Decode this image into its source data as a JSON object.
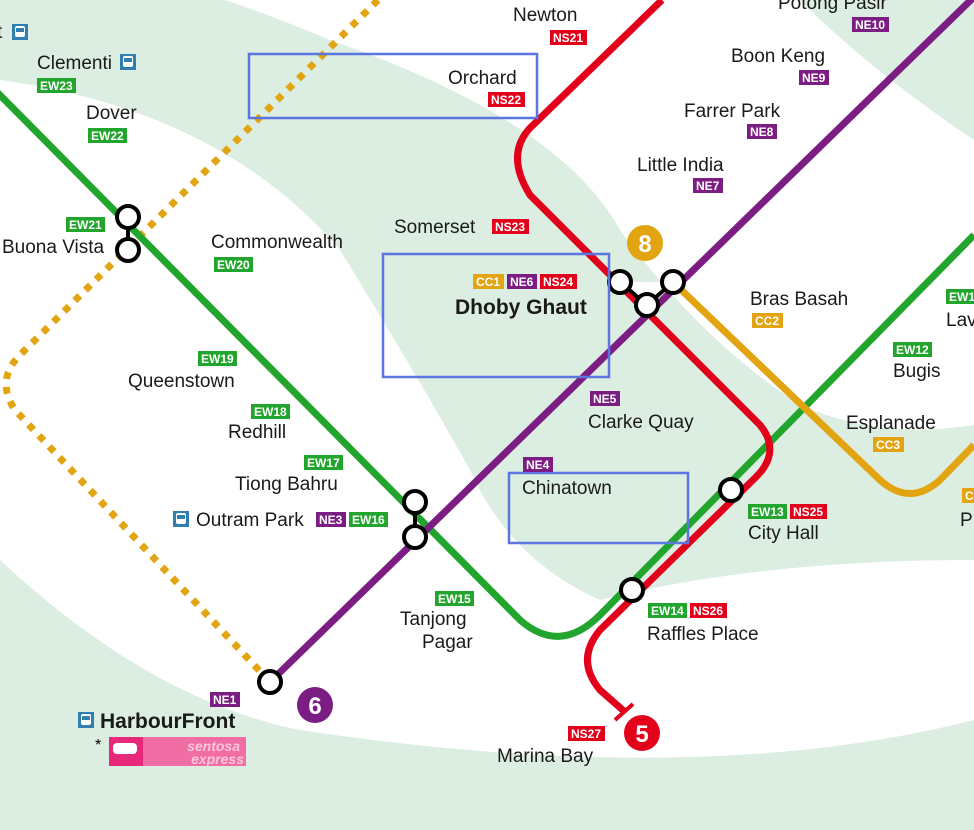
{
  "lines": {
    "EW": {
      "color": "#22a52c"
    },
    "NS": {
      "color": "#e3001b"
    },
    "NE": {
      "color": "#7c1d83"
    },
    "CC": {
      "color": "#e2a411"
    }
  },
  "background": {
    "region_color": "#dcede1",
    "highlight_box_color": "#5a76e0"
  },
  "route_numbers": [
    {
      "label": "8",
      "line": "CC"
    },
    {
      "label": "6",
      "line": "NE"
    },
    {
      "label": "5",
      "line": "NS"
    }
  ],
  "stations": [
    {
      "name": "t",
      "codes": [],
      "bus": true
    },
    {
      "name": "Clementi",
      "codes": [
        {
          "code": "EW23",
          "line": "EW"
        }
      ],
      "bus": true
    },
    {
      "name": "Dover",
      "codes": [
        {
          "code": "EW22",
          "line": "EW"
        }
      ]
    },
    {
      "name": "Buona Vista",
      "codes": [
        {
          "code": "EW21",
          "line": "EW"
        }
      ]
    },
    {
      "name": "Commonwealth",
      "codes": [
        {
          "code": "EW20",
          "line": "EW"
        }
      ]
    },
    {
      "name": "Queenstown",
      "codes": [
        {
          "code": "EW19",
          "line": "EW"
        }
      ]
    },
    {
      "name": "Redhill",
      "codes": [
        {
          "code": "EW18",
          "line": "EW"
        }
      ]
    },
    {
      "name": "Tiong Bahru",
      "codes": [
        {
          "code": "EW17",
          "line": "EW"
        }
      ]
    },
    {
      "name": "Outram Park",
      "codes": [
        {
          "code": "NE3",
          "line": "NE"
        },
        {
          "code": "EW16",
          "line": "EW"
        }
      ],
      "bus": true
    },
    {
      "name": "Tanjong",
      "name2": "Pagar",
      "codes": [
        {
          "code": "EW15",
          "line": "EW"
        }
      ]
    },
    {
      "name": "HarbourFront",
      "codes": [
        {
          "code": "NE1",
          "line": "NE"
        }
      ],
      "bus": true
    },
    {
      "name": "Marina Bay",
      "codes": [
        {
          "code": "NS27",
          "line": "NS"
        }
      ]
    },
    {
      "name": "Raffles Place",
      "codes": [
        {
          "code": "EW14",
          "line": "EW"
        },
        {
          "code": "NS26",
          "line": "NS"
        }
      ]
    },
    {
      "name": "City Hall",
      "codes": [
        {
          "code": "EW13",
          "line": "EW"
        },
        {
          "code": "NS25",
          "line": "NS"
        }
      ]
    },
    {
      "name": "Esplanade",
      "codes": [
        {
          "code": "CC3",
          "line": "CC"
        }
      ]
    },
    {
      "name": "Bugis",
      "codes": [
        {
          "code": "EW12",
          "line": "EW"
        }
      ]
    },
    {
      "name": "Bras Basah",
      "codes": [
        {
          "code": "CC2",
          "line": "CC"
        }
      ]
    },
    {
      "name": "Lav",
      "codes": [
        {
          "code": "EW1",
          "line": "EW"
        }
      ]
    },
    {
      "name": "P",
      "codes": [
        {
          "code": "C",
          "line": "CC"
        }
      ]
    },
    {
      "name": "Clarke Quay",
      "codes": [
        {
          "code": "NE5",
          "line": "NE"
        }
      ]
    },
    {
      "name": "Chinatown",
      "codes": [
        {
          "code": "NE4",
          "line": "NE"
        }
      ]
    },
    {
      "name": "Somerset",
      "codes": [
        {
          "code": "NS23",
          "line": "NS"
        }
      ]
    },
    {
      "name": "Dhoby Ghaut",
      "codes": [
        {
          "code": "CC1",
          "line": "CC"
        },
        {
          "code": "NE6",
          "line": "NE"
        },
        {
          "code": "NS24",
          "line": "NS"
        }
      ]
    },
    {
      "name": "Little India",
      "codes": [
        {
          "code": "NE7",
          "line": "NE"
        }
      ]
    },
    {
      "name": "Farrer Park",
      "codes": [
        {
          "code": "NE8",
          "line": "NE"
        }
      ]
    },
    {
      "name": "Boon Keng",
      "codes": [
        {
          "code": "NE9",
          "line": "NE"
        }
      ]
    },
    {
      "name": "Potong Pasir",
      "codes": [
        {
          "code": "NE10",
          "line": "NE"
        }
      ]
    },
    {
      "name": "Newton",
      "codes": [
        {
          "code": "NS21",
          "line": "NS"
        }
      ]
    },
    {
      "name": "Orchard",
      "codes": [
        {
          "code": "NS22",
          "line": "NS"
        }
      ]
    }
  ],
  "sentosa": {
    "asterisk": "*",
    "logo_line1": "sentosa",
    "logo_line2": "express",
    "color": "#e8297a"
  }
}
